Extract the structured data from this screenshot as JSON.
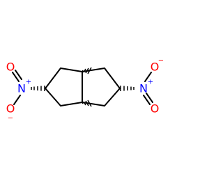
{
  "molecule": {
    "atoms": {
      "n_left": {
        "symbol": "N",
        "charge": "+",
        "color": "#0000ff"
      },
      "o_left_top": {
        "symbol": "O",
        "charge": "",
        "color": "#ff0000"
      },
      "o_left_bottom": {
        "symbol": "O",
        "charge": "−",
        "color": "#ff0000"
      },
      "n_right": {
        "symbol": "N",
        "charge": "+",
        "color": "#0000ff"
      },
      "o_right_top": {
        "symbol": "O",
        "charge": "−",
        "color": "#ff0000"
      },
      "o_right_bottom": {
        "symbol": "O",
        "charge": "",
        "color": "#ff0000"
      }
    }
  }
}
